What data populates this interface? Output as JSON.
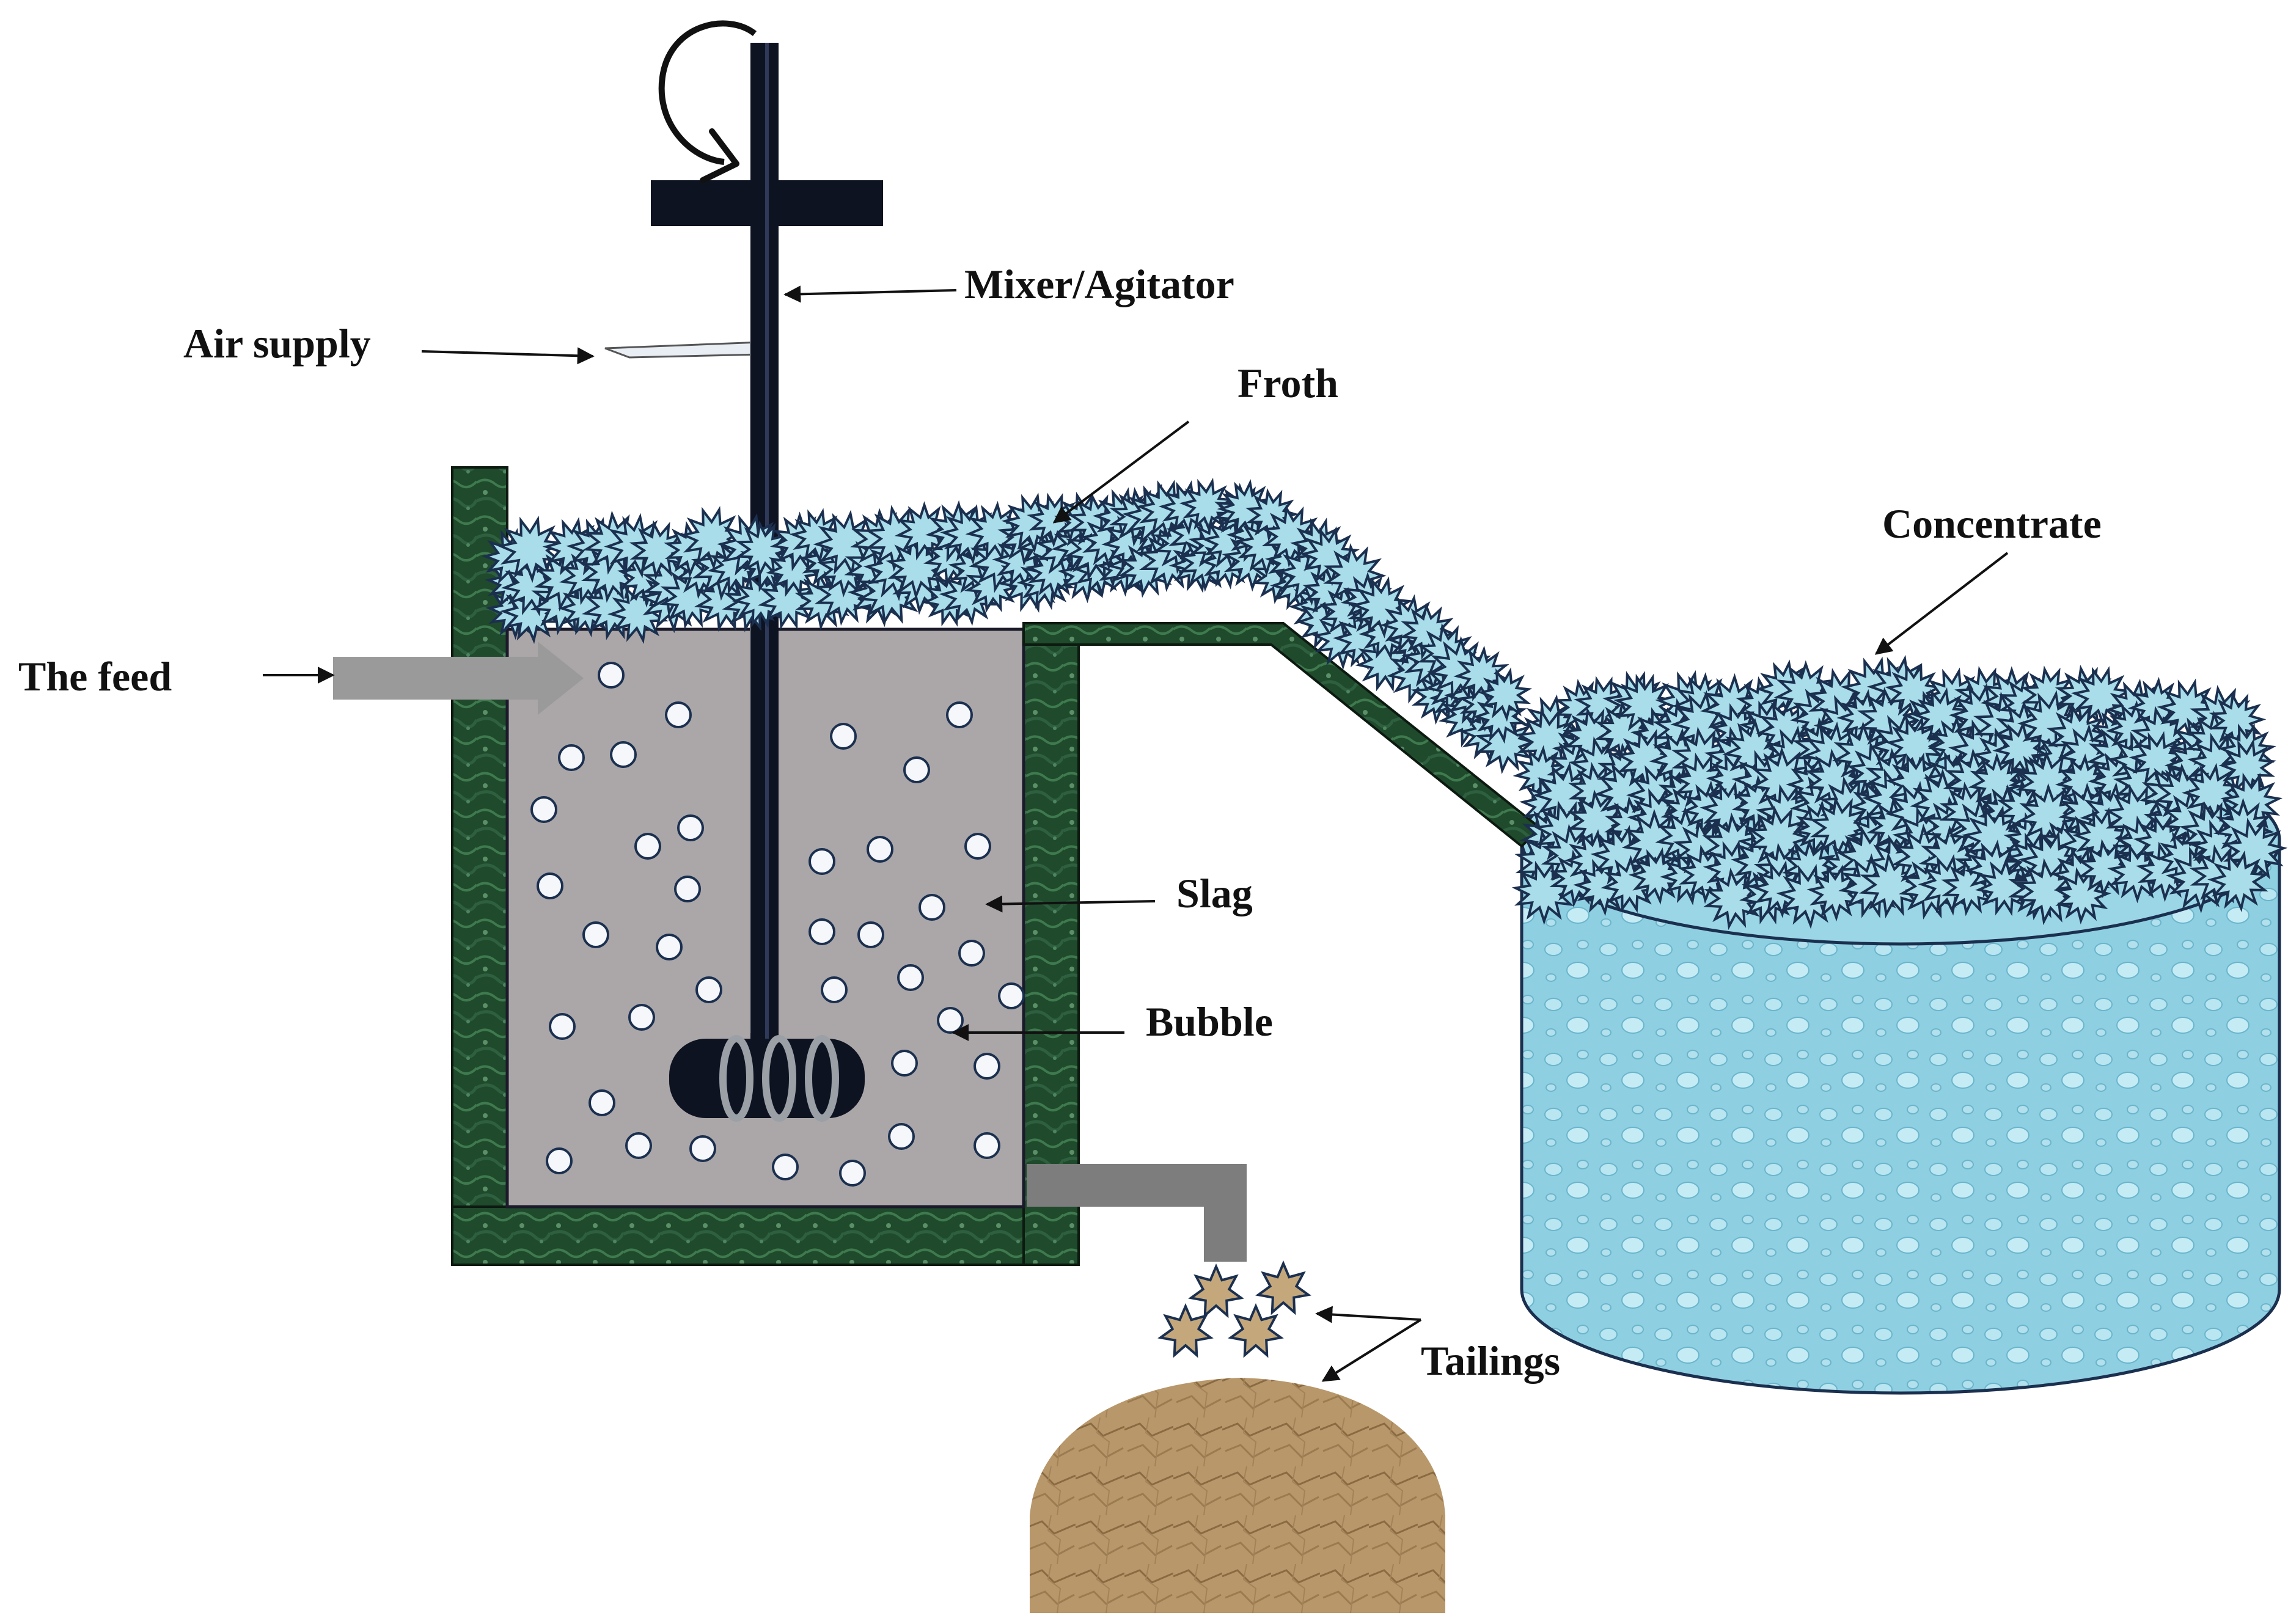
{
  "labels": {
    "mixer": "Mixer/Agitator",
    "air_supply": "Air supply",
    "froth": "Froth",
    "concentrate": "Concentrate",
    "feed": "The feed",
    "slag": "Slag",
    "bubble": "Bubble",
    "tailings": "Tailings"
  },
  "colors": {
    "tank_wall": "#1f4a2c",
    "slurry": "#aba7a8",
    "froth_fill": "#a8dde9",
    "froth_outline": "#1b2f4f",
    "concentrate_water": "#8fcfe2",
    "tailings_pile": "#b8976a",
    "tailings_particle": "#c4a87c",
    "agitator": "#0e1322",
    "feed_pipe": "#9a9a9a",
    "outlet_pipe": "#7d7d7d"
  }
}
